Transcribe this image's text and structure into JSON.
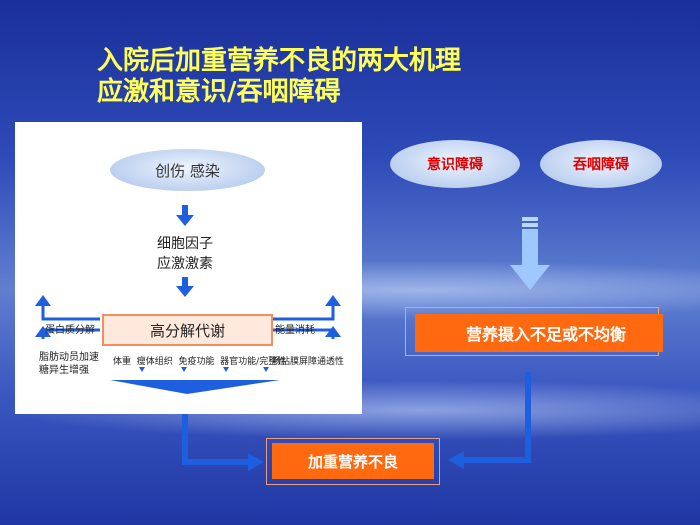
{
  "title": {
    "line1": "入院后加重营养不良的两大机理",
    "line2": "应激和意识/吞咽障碍"
  },
  "panel": {
    "trauma_label": "创伤 感染",
    "cytokine_line1": "细胞因子",
    "cytokine_line2": "应激激素",
    "catabolism_label": "高分解代谢",
    "left_top": "蛋白质分解",
    "left_bottom_line1": "脂肪动员加速",
    "left_bottom_line2": "糖异生增强",
    "right_top": "能量消耗",
    "right_bottom": "肠粘膜屏障通透性",
    "effects": "体重  瘦体组织  免疫功能  器官功能/完整性"
  },
  "right": {
    "consciousness_label": "意识障碍",
    "swallow_label": "吞咽障碍",
    "intake_label": "营养摄入不足或不均衡",
    "result_label": "加重营养不良"
  },
  "colors": {
    "title": "#ffff55",
    "orange": "#ff6a10",
    "arrow_blue": "#1e5fe0",
    "light_arrow": "#b8d8ff"
  }
}
